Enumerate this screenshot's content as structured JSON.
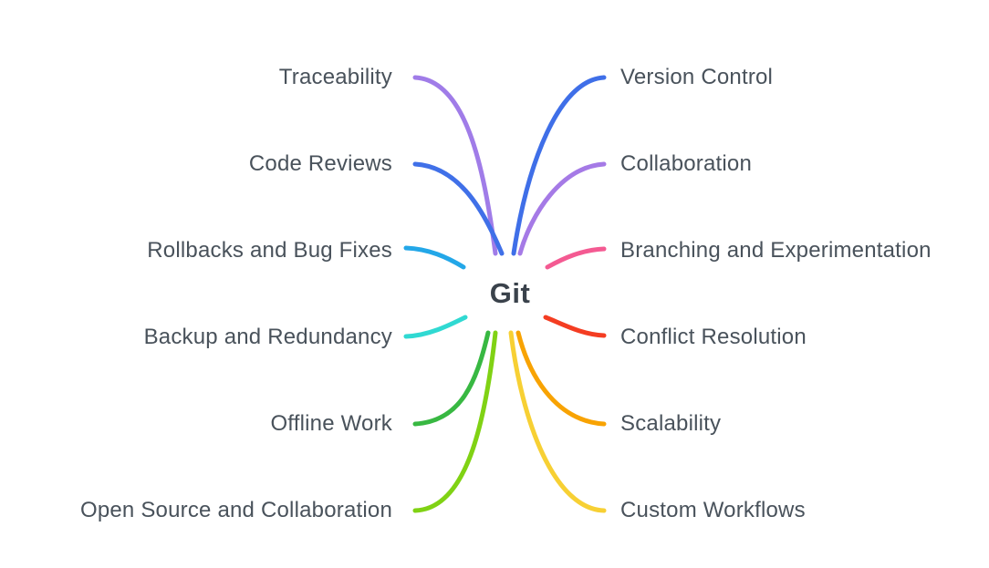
{
  "mindmap": {
    "root": {
      "label": "Git",
      "color": "#3a424b"
    },
    "text_color": "#49525b",
    "background_color": "#ffffff",
    "left_branches": [
      {
        "label": "Traceability",
        "color": "#a07ce8"
      },
      {
        "label": "Code Reviews",
        "color": "#4070e8"
      },
      {
        "label": "Rollbacks and Bug Fixes",
        "color": "#23a7e8"
      },
      {
        "label": "Backup and Redundancy",
        "color": "#30d9d2"
      },
      {
        "label": "Offline Work",
        "color": "#38b842"
      },
      {
        "label": "Open Source and Collaboration",
        "color": "#80d214"
      }
    ],
    "right_branches": [
      {
        "label": "Version Control",
        "color": "#3f6fe8"
      },
      {
        "label": "Collaboration",
        "color": "#a57ae6"
      },
      {
        "label": "Branching and Experimentation",
        "color": "#f45a92"
      },
      {
        "label": "Conflict Resolution",
        "color": "#f43d22"
      },
      {
        "label": "Scalability",
        "color": "#f8a303"
      },
      {
        "label": "Custom Workflows",
        "color": "#f7d034"
      }
    ]
  }
}
